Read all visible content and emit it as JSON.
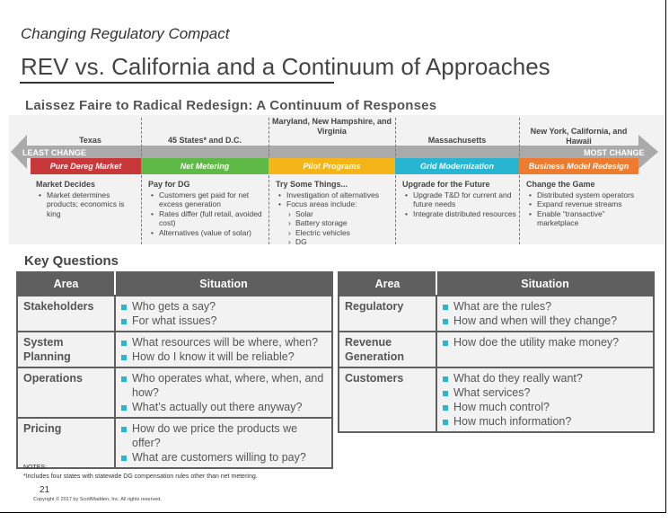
{
  "header": {
    "kicker": "Changing Regulatory Compact",
    "title": "REV vs. California and a Continuum of Approaches",
    "subtitle": "Laissez Faire to Radical Redesign: A Continuum of Responses"
  },
  "continuum": {
    "least_label": "LEAST CHANGE",
    "most_label": "MOST CHANGE",
    "columns": [
      {
        "state": "Texas",
        "segment": "Pure Dereg Market",
        "color": "#c8373a",
        "heading": "Market Decides",
        "bullets": [
          {
            "t": "Market determines products; economics is king"
          }
        ]
      },
      {
        "state": "45 States* and D.C.",
        "segment": "Net Metering",
        "color": "#5fb946",
        "heading": "Pay for DG",
        "bullets": [
          {
            "t": "Customers get paid for net excess generation"
          },
          {
            "t": "Rates differ (full retail, avoided cost)"
          },
          {
            "t": "Alternatives (value of solar)"
          }
        ]
      },
      {
        "state": "Maryland, New Hampshire, and Virginia",
        "segment": "Pilot Programs",
        "color": "#f5b417",
        "heading": "Try Some Things...",
        "bullets": [
          {
            "t": "Investigation of alternatives"
          },
          {
            "t": "Focus areas include:"
          },
          {
            "t": "Solar",
            "sub": true
          },
          {
            "t": "Battery storage",
            "sub": true
          },
          {
            "t": "Electric vehicles",
            "sub": true
          },
          {
            "t": "DG",
            "sub": true
          }
        ]
      },
      {
        "state": "Massachusetts",
        "segment": "Grid Modernization",
        "color": "#27b5d2",
        "heading": "Upgrade for the Future",
        "bullets": [
          {
            "t": "Upgrade T&D for current and future needs"
          },
          {
            "t": "Integrate distributed resources"
          }
        ]
      },
      {
        "state": "New York, California, and Hawaii",
        "segment": "Business Model Redesign",
        "color": "#ee7c30",
        "heading": "Change the Game",
        "bullets": [
          {
            "t": "Distributed system operators"
          },
          {
            "t": "Expand revenue streams"
          },
          {
            "t": "Enable “transactive” marketplace"
          }
        ]
      }
    ]
  },
  "key_questions": {
    "title": "Key Questions",
    "col_area": "Area",
    "col_situation": "Situation",
    "left": [
      {
        "area": "Stakeholders",
        "qs": [
          "Who gets a say?",
          "For what issues?"
        ]
      },
      {
        "area": "System Planning",
        "qs": [
          "What resources will be where, when?",
          "How do I know it will be reliable?"
        ]
      },
      {
        "area": "Operations",
        "qs": [
          "Who operates what, where, when, and how?",
          "What’s actually out there anyway?"
        ]
      },
      {
        "area": "Pricing",
        "qs": [
          "How do we price the products we offer?",
          "What are customers willing to pay?"
        ]
      }
    ],
    "right": [
      {
        "area": "Regulatory",
        "qs": [
          "What are the rules?",
          "How and when will they change?"
        ]
      },
      {
        "area": "Revenue Generation",
        "qs": [
          "How doe the utility make money?"
        ]
      },
      {
        "area": "Customers",
        "qs": [
          "What do they really want?",
          "What services?",
          "How much control?",
          "How much information?"
        ]
      }
    ]
  },
  "footer": {
    "notes_label": "NOTES:",
    "note": "*Includes four states with statewide DG compensation rules other than net metering.",
    "page": "21",
    "copyright": "Copyright © 2017 by ScottMadden, Inc. All rights reserved."
  }
}
